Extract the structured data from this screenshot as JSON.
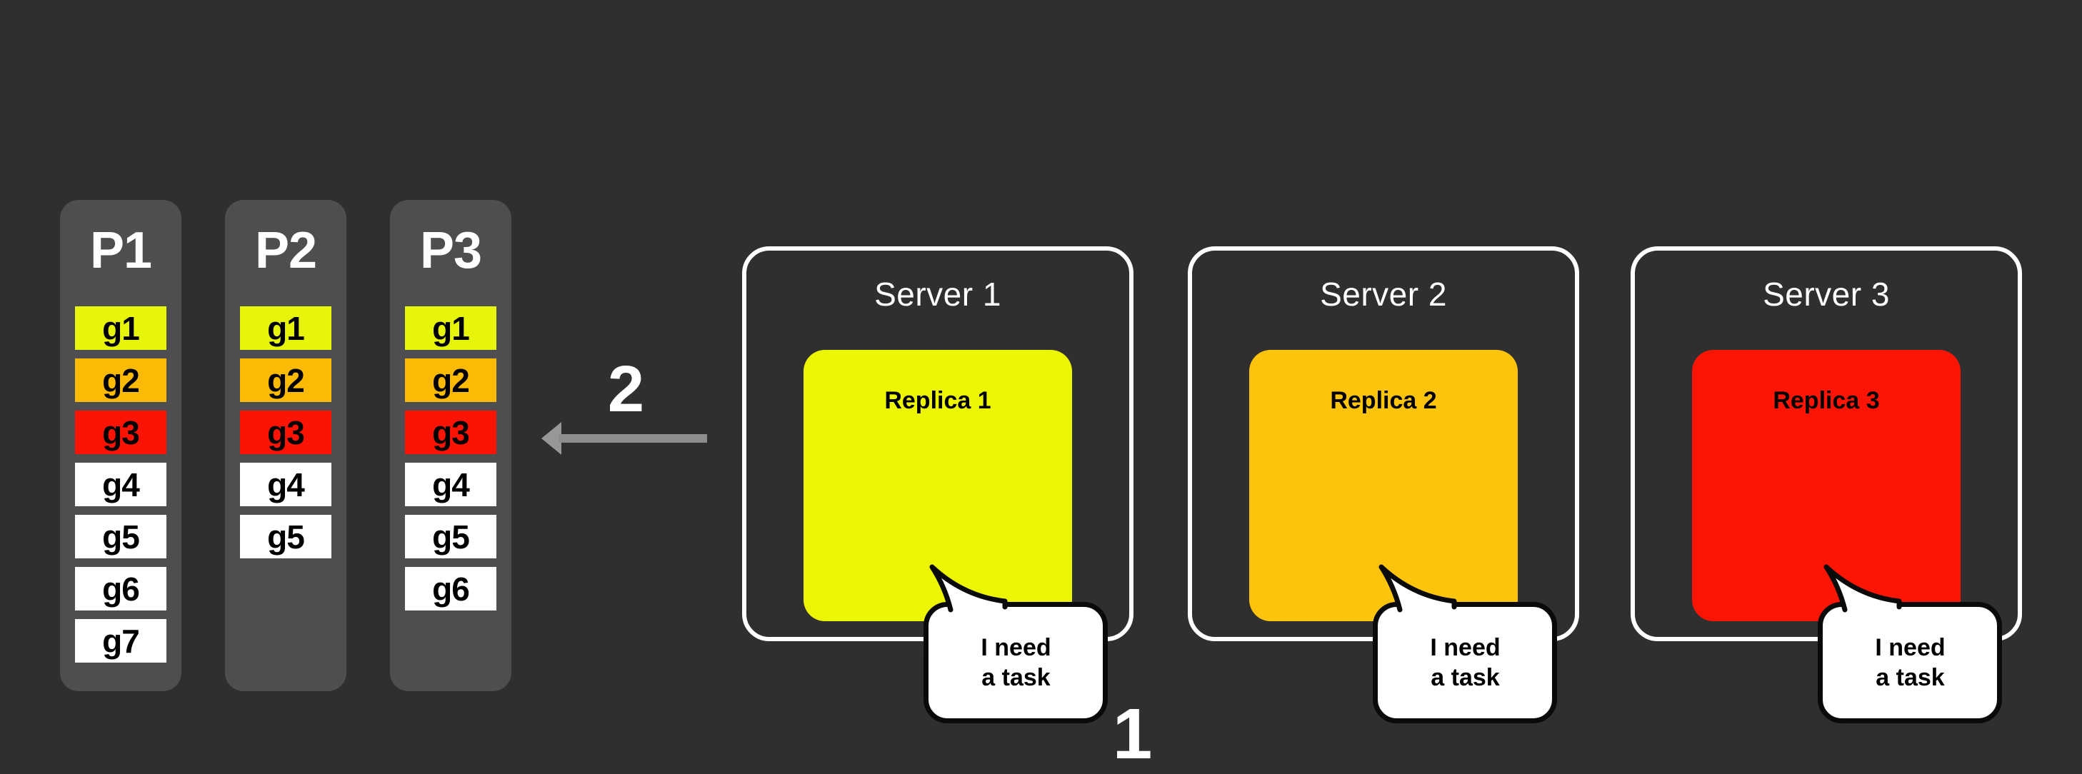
{
  "background": "#2f2f30",
  "panel_color": "#4e4e50",
  "arrow_color": "#8f8f8f",
  "partitions": [
    {
      "label": "P1",
      "cells": [
        {
          "label": "g1",
          "color": "#e6f50a"
        },
        {
          "label": "g2",
          "color": "#fbba06"
        },
        {
          "label": "g3",
          "color": "#fb1305"
        },
        {
          "label": "g4",
          "color": "#ffffff"
        },
        {
          "label": "g5",
          "color": "#ffffff"
        },
        {
          "label": "g6",
          "color": "#ffffff"
        },
        {
          "label": "g7",
          "color": "#ffffff"
        }
      ]
    },
    {
      "label": "P2",
      "cells": [
        {
          "label": "g1",
          "color": "#e6f50a"
        },
        {
          "label": "g2",
          "color": "#fbba06"
        },
        {
          "label": "g3",
          "color": "#fb1305"
        },
        {
          "label": "g4",
          "color": "#ffffff"
        },
        {
          "label": "g5",
          "color": "#ffffff"
        }
      ]
    },
    {
      "label": "P3",
      "cells": [
        {
          "label": "g1",
          "color": "#e6f50a"
        },
        {
          "label": "g2",
          "color": "#fbba06"
        },
        {
          "label": "g3",
          "color": "#fb1305"
        },
        {
          "label": "g4",
          "color": "#ffffff"
        },
        {
          "label": "g5",
          "color": "#ffffff"
        },
        {
          "label": "g6",
          "color": "#ffffff"
        }
      ]
    }
  ],
  "steps": {
    "retrieve": "2",
    "request": "1"
  },
  "servers": [
    {
      "title": "Server 1",
      "replica": {
        "label": "Replica 1",
        "color": "#edf602"
      },
      "bubble": {
        "line1": "I need",
        "line2": "a task"
      }
    },
    {
      "title": "Server 2",
      "replica": {
        "label": "Replica 2",
        "color": "#fdc40d"
      },
      "bubble": {
        "line1": "I need",
        "line2": "a task"
      }
    },
    {
      "title": "Server 3",
      "replica": {
        "label": "Replica 3",
        "color": "#fc1505"
      },
      "bubble": {
        "line1": "I need",
        "line2": "a task"
      }
    }
  ]
}
